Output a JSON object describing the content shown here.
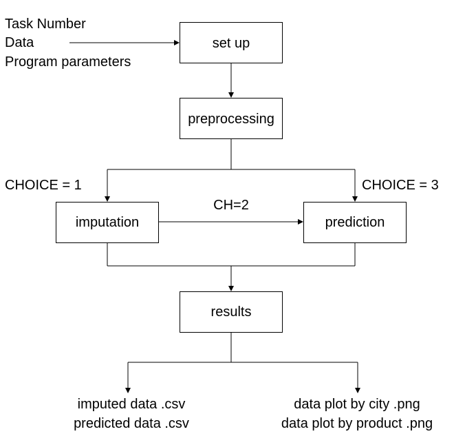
{
  "inputs": {
    "line1": "Task Number",
    "line2": "Data",
    "line3": "Program parameters"
  },
  "nodes": {
    "setup": "set up",
    "preprocessing": "preprocessing",
    "imputation": "imputation",
    "prediction": "prediction",
    "results": "results"
  },
  "edge_labels": {
    "choice1": "CHOICE = 1",
    "choice3": "CHOICE = 3",
    "ch2": "CH=2"
  },
  "outputs": {
    "left": {
      "line1": "imputed data .csv",
      "line2": "predicted data .csv"
    },
    "right": {
      "line1": "data plot by city .png",
      "line2": "data plot by product .png"
    }
  }
}
